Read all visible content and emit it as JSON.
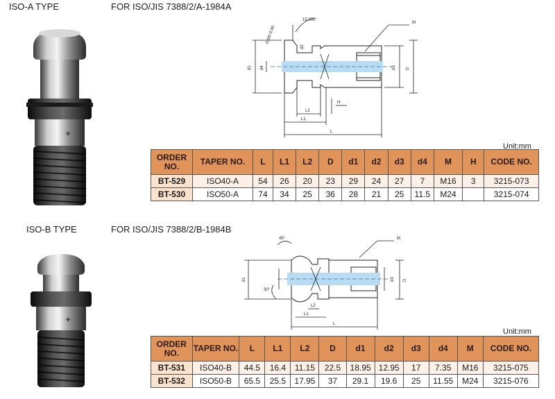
{
  "sections": [
    {
      "type_title": "ISO-A TYPE",
      "standard": "FOR ISO/JIS 7388/2/A-1984A",
      "unit": "Unit:mm",
      "diagram": {
        "angle": "15.000°",
        "tolerance": "-0.00/-0.00",
        "label_m": "M",
        "dims": [
          "d1",
          "d4",
          "d2",
          "d3",
          "D",
          "L2",
          "L1",
          "L",
          "H"
        ]
      },
      "headers": [
        "ORDER NO.",
        "TAPER NO.",
        "L",
        "L1",
        "L2",
        "D",
        "d1",
        "d2",
        "d3",
        "d4",
        "M",
        "H",
        "CODE NO."
      ],
      "rows": [
        [
          "BT-529",
          "ISO40-A",
          "54",
          "26",
          "20",
          "23",
          "29",
          "24",
          "27",
          "7",
          "M16",
          "3",
          "3215-073"
        ],
        [
          "BT-530",
          "ISO50-A",
          "74",
          "34",
          "25",
          "36",
          "28",
          "21",
          "25",
          "11.5",
          "M24",
          "",
          "3215-074"
        ]
      ]
    },
    {
      "type_title": "ISO-B TYPE",
      "standard": "FOR ISO/JIS 7388/2/B-1984B",
      "unit": "Unit:mm",
      "diagram": {
        "angle_top": "45°",
        "angle_bottom": "30°",
        "label_m": "M",
        "dims": [
          "d1",
          "d3",
          "D",
          "L2",
          "L1",
          "L"
        ]
      },
      "headers": [
        "ORDER NO.",
        "TAPER NO.",
        "L",
        "L1",
        "L2",
        "D",
        "d1",
        "d2",
        "d3",
        "d4",
        "M",
        "CODE NO."
      ],
      "rows": [
        [
          "BT-531",
          "ISO40-B",
          "44.5",
          "16.4",
          "11.15",
          "22.5",
          "18.95",
          "12.95",
          "17",
          "7.35",
          "M16",
          "3215-075"
        ],
        [
          "BT-532",
          "ISO50-B",
          "65.5",
          "25.5",
          "17.95",
          "37",
          "29.1",
          "19.6",
          "25",
          "11.55",
          "M24",
          "3215-076"
        ]
      ]
    }
  ]
}
